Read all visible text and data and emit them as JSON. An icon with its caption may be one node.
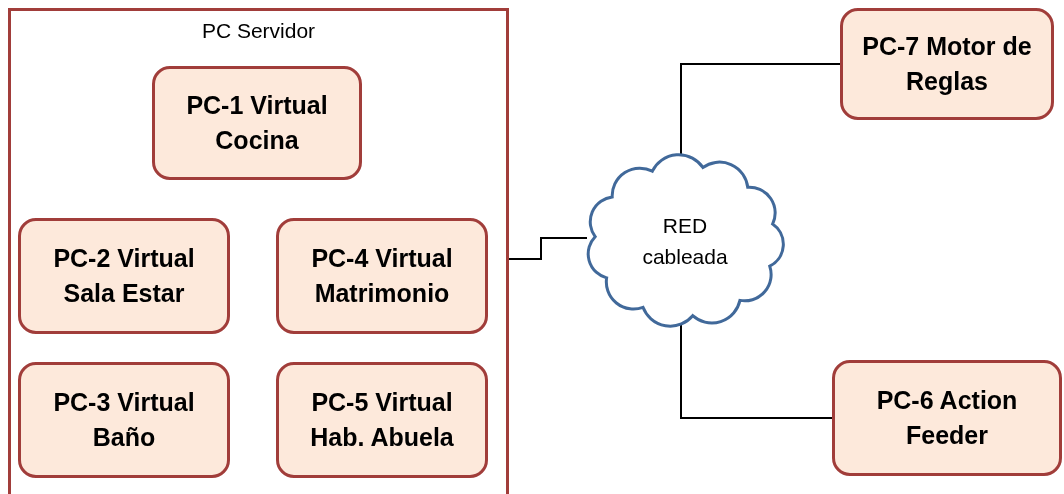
{
  "diagram": {
    "nodes": [
      {
        "text": [
          "PC Servidor"
        ]
      },
      {
        "text": [
          "PC-1 Virtual Cocina"
        ],
        "in": 0
      },
      {
        "text": [
          "PC-2 Virtual Sala Estar"
        ],
        "in": 0
      },
      {
        "text": [
          "PC-4 Virtual Matrimonio"
        ],
        "in": 0
      },
      {
        "text": [
          "PC-3 Virtual Baño"
        ],
        "in": 0
      },
      {
        "text": [
          "PC-5 Virtual Hab. Abuela"
        ],
        "in": 0
      },
      {
        "text": [
          "PC-7 Motor de Reglas"
        ]
      },
      {
        "text": [
          "RED cableada"
        ]
      },
      {
        "text": [
          "PC-6 Action Feeder"
        ]
      }
    ],
    "edges": [
      {
        "from": 0,
        "to": 7,
        "arrow": "none"
      },
      {
        "from": 7,
        "to": 6,
        "arrow": "none"
      },
      {
        "from": 7,
        "to": 8,
        "arrow": "none"
      }
    ]
  }
}
